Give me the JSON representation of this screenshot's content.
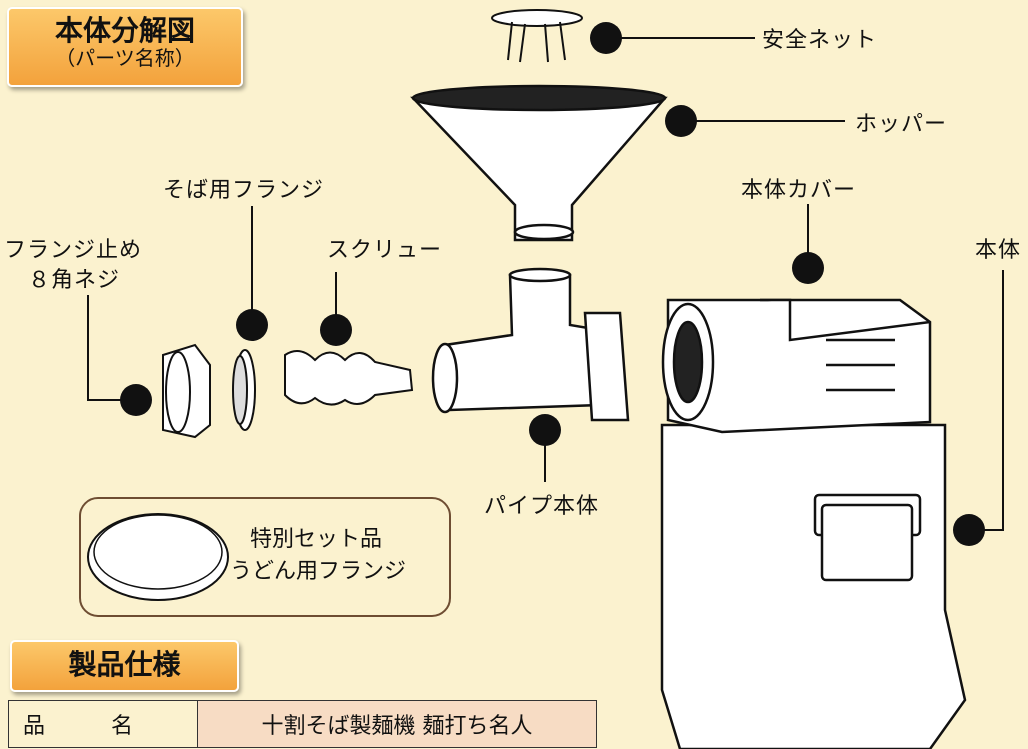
{
  "title_badge": {
    "title": "本体分解図",
    "subtitle": "（パーツ名称）"
  },
  "labels": {
    "safety_net": "安全ネット",
    "hopper": "ホッパー",
    "body_cover": "本体カバー",
    "body": "本体",
    "soba_flange": "そば用フランジ",
    "flange_stopper": "フランジ止め",
    "hex_screw": "８角ネジ",
    "screw": "スクリュー",
    "pipe_body": "パイプ本体",
    "special_set_line1": "特別セット品",
    "special_set_line2": "うどん用フランジ"
  },
  "spec_badge": {
    "title": "製品仕様"
  },
  "spec_table": {
    "row1_header": "品　　　名",
    "row1_value": "十割そば製麺機  麺打ち名人"
  },
  "colors": {
    "background": "#fbf2cf",
    "badge": "#f3a23c",
    "line": "#111111"
  }
}
